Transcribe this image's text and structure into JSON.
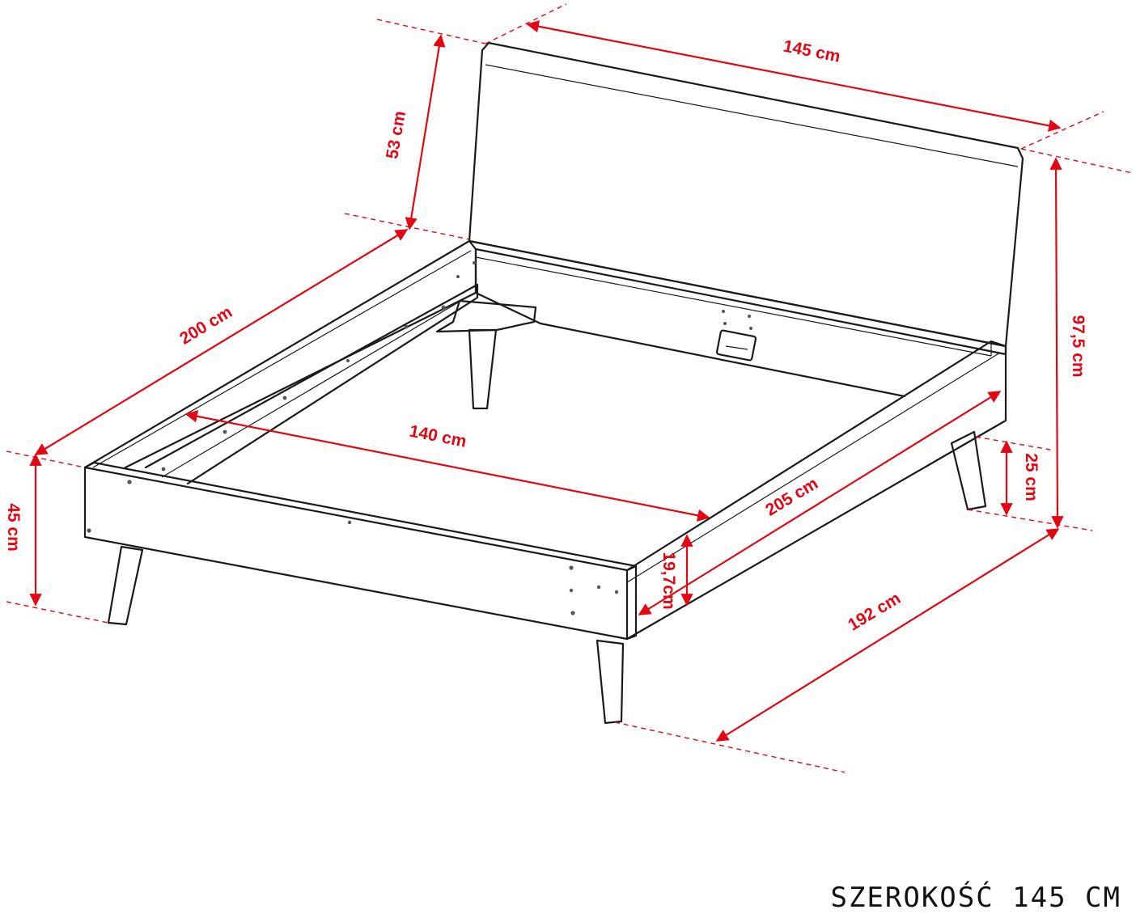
{
  "caption": "SZEROKOŚĆ 145 CM",
  "accent_color": "#e30613",
  "dimensions": {
    "headboard_width": "145 cm",
    "headboard_height": "53 cm",
    "total_height": "97,5 cm",
    "frame_length": "200 cm",
    "inner_width": "140 cm",
    "total_length": "205 cm",
    "leg_height": "25 cm",
    "bed_height": "45 cm",
    "side_rail_height": "19,7cm",
    "footprint_length": "192 cm"
  }
}
